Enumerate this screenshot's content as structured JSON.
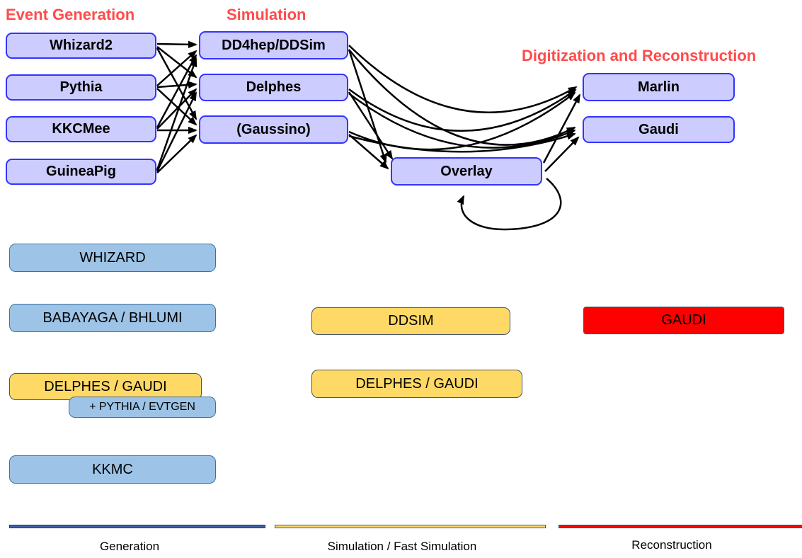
{
  "palette": {
    "header_red": "#ff4b4b",
    "flow_box_fill": "#ccccff",
    "flow_box_border": "#3333ff",
    "tool_blue_fill": "#9dc3e6",
    "tool_blue_border": "#41719c",
    "tool_yellow_fill": "#ffd966",
    "tool_red_fill": "#ff0000",
    "arrow_color": "#000000",
    "legend_blue": "#3e63a8"
  },
  "stages": {
    "generation_header": "Event Generation",
    "simulation_header": "Simulation",
    "reconstruction_header": "Digitization and Reconstruction"
  },
  "nodes": {
    "generators": [
      "Whizard2",
      "Pythia",
      "KKCMee",
      "GuineaPig"
    ],
    "simulators": [
      "DD4hep/DDSim",
      "Delphes",
      "(Gaussino)"
    ],
    "overlay": "Overlay",
    "reconstruction": [
      "Marlin",
      "Gaudi"
    ]
  },
  "edges": [
    {
      "from": "Whizard2",
      "to": "DD4hep/DDSim"
    },
    {
      "from": "Whizard2",
      "to": "Delphes"
    },
    {
      "from": "Whizard2",
      "to": "(Gaussino)"
    },
    {
      "from": "Pythia",
      "to": "DD4hep/DDSim"
    },
    {
      "from": "Pythia",
      "to": "Delphes"
    },
    {
      "from": "Pythia",
      "to": "(Gaussino)"
    },
    {
      "from": "KKCMee",
      "to": "DD4hep/DDSim"
    },
    {
      "from": "KKCMee",
      "to": "Delphes"
    },
    {
      "from": "KKCMee",
      "to": "(Gaussino)"
    },
    {
      "from": "GuineaPig",
      "to": "DD4hep/DDSim"
    },
    {
      "from": "GuineaPig",
      "to": "Delphes"
    },
    {
      "from": "GuineaPig",
      "to": "(Gaussino)"
    },
    {
      "from": "DD4hep/DDSim",
      "to": "Overlay"
    },
    {
      "from": "Delphes",
      "to": "Overlay"
    },
    {
      "from": "(Gaussino)",
      "to": "Overlay"
    },
    {
      "from": "DD4hep/DDSim",
      "to": "Marlin"
    },
    {
      "from": "Delphes",
      "to": "Marlin"
    },
    {
      "from": "(Gaussino)",
      "to": "Marlin"
    },
    {
      "from": "DD4hep/DDSim",
      "to": "Gaudi"
    },
    {
      "from": "Delphes",
      "to": "Gaudi"
    },
    {
      "from": "(Gaussino)",
      "to": "Gaudi"
    },
    {
      "from": "Overlay",
      "to": "Marlin"
    },
    {
      "from": "Overlay",
      "to": "Gaudi"
    },
    {
      "from": "Overlay",
      "to": "Overlay"
    }
  ],
  "tools": {
    "generation": {
      "whizard": "WHIZARD",
      "babayaga": "BABAYAGA / BHLUMI",
      "delphes_gaudi": "DELPHES / GAUDI",
      "pythia_evtgen": "+ PYTHIA / EVTGEN",
      "kkmc": "KKMC"
    },
    "simulation": {
      "ddsim": "DDSIM",
      "delphes_gaudi": "DELPHES / GAUDI"
    },
    "reconstruction": {
      "gaudi": "GAUDI"
    }
  },
  "legend": [
    {
      "label": "Generation",
      "color": "#3e63a8"
    },
    {
      "label": "Simulation / Fast Simulation",
      "color": "#ffd966"
    },
    {
      "label": "Reconstruction",
      "color": "#ff0000"
    }
  ]
}
